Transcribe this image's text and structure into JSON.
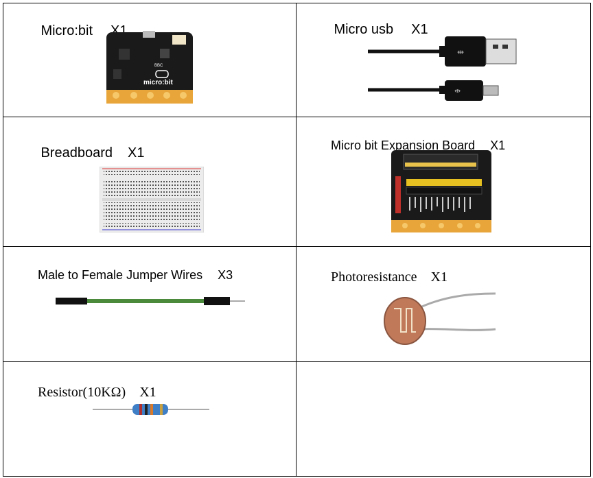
{
  "items": [
    {
      "name": "Micro:bit",
      "qty": "X1",
      "image": "microbit-board"
    },
    {
      "name": "Micro usb",
      "qty": "X1",
      "image": "micro-usb-cable"
    },
    {
      "name": "Breadboard",
      "qty": "X1",
      "image": "breadboard"
    },
    {
      "name": "Micro bit Expansion Board",
      "qty": "X1",
      "image": "expansion-board"
    },
    {
      "name": "Male to Female Jumper Wires",
      "qty": "X3",
      "image": "jumper-wire"
    },
    {
      "name": "Photoresistance",
      "qty": "X1",
      "image": "photoresistor"
    },
    {
      "name": "Resistor(10KΩ)",
      "qty": "X1",
      "image": "resistor"
    }
  ],
  "board_texts": {
    "bbc": "BBC",
    "microbit": "micro:bit"
  },
  "colors": {
    "pcb": "#1a1a1a",
    "gold": "#e8a53a",
    "wire_green": "#4a8a3a",
    "resistor_body": "#3f7fc6",
    "cable": "#111111"
  }
}
